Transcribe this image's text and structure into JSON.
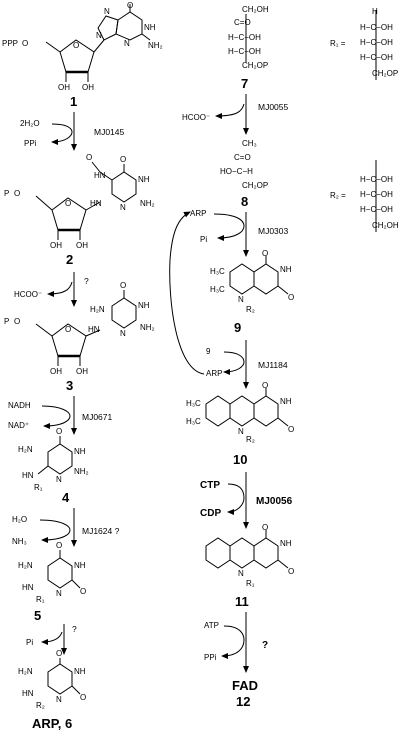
{
  "compounds": {
    "c1": "1",
    "c2": "2",
    "c3": "3",
    "c4": "4",
    "c5": "5",
    "c6": "ARP, 6",
    "c7": "7",
    "c8": "8",
    "c9": "9",
    "c10": "10",
    "c11": "11",
    "fad_name": "FAD",
    "fad_num": "12"
  },
  "enzymes": {
    "e1": "MJ0145",
    "e2": "?",
    "e3": "MJ0671",
    "e4": "MJ1624 ?",
    "e5": "?",
    "e6": "MJ0055",
    "e7": "MJ0303",
    "e8": "MJ1184",
    "e9": "MJ0056",
    "e10": "?"
  },
  "cosubstrates": {
    "s1_in": "2H₂O",
    "s1_out": "PPi",
    "s2_out": "HCOO⁻",
    "s3_in": "NADH",
    "s3_out": "NAD⁺",
    "s4_in": "H₂O",
    "s4_out": "NH₃",
    "s5_out": "Pi",
    "s6_out": "HCOO⁻",
    "s7_in": "ARP",
    "s7_out": "Pi",
    "s8_in": "9",
    "s8_out": "ARP",
    "s9_in": "CTP",
    "s9_out": "CDP",
    "s10_in": "ATP",
    "s10_out": "PPi"
  },
  "labels": {
    "ppp": "PPP",
    "o": "O",
    "p": "P",
    "oh": "OH",
    "nh": "NH",
    "nh2": "NH₂",
    "h2n": "H₂N",
    "hn": "HN",
    "n": "N",
    "h": "H",
    "ch2oh": "CH₂OH",
    "ch2op": "CH₂OP",
    "ch3": "CH₃",
    "cho": "C=O",
    "hoc": "HO−C−H",
    "hcoh": "H−C−OH",
    "h3c": "H₃C",
    "r1": "R₁",
    "r2": "R₂",
    "r1eq": "R₁ =",
    "r2eq": "R₂ ="
  }
}
